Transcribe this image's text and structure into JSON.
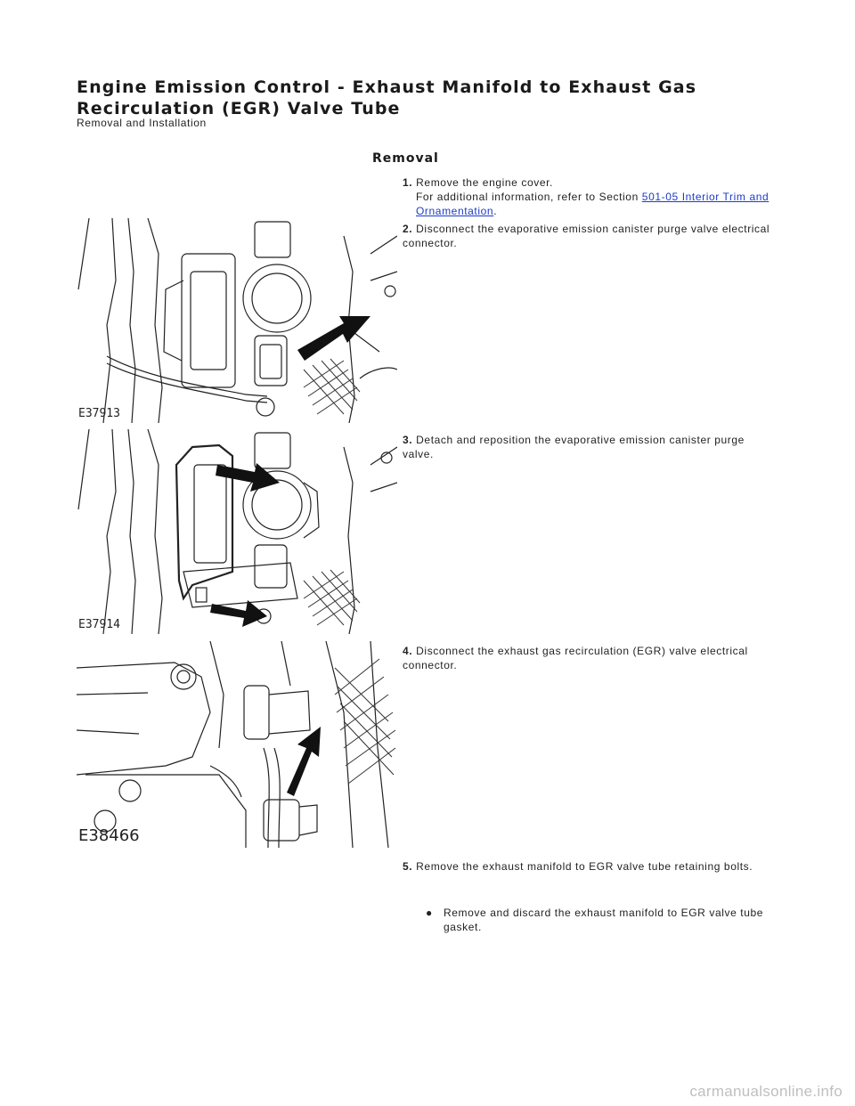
{
  "header": {
    "title": "Engine Emission Control - Exhaust Manifold to Exhaust Gas Recirculation (EGR) Valve Tube",
    "subtitle": "Removal and Installation"
  },
  "section": {
    "heading": "Removal"
  },
  "steps": [
    {
      "num": "1.",
      "line1": "Remove the engine cover.",
      "line2_prefix": "For additional information, refer to Section",
      "link": "501-05 Interior Trim and Ornamentation",
      "line2_suffix": "."
    },
    {
      "num": "2.",
      "text": "Disconnect the evaporative emission canister purge valve electrical connector."
    },
    {
      "num": "3.",
      "text": "Detach and reposition the evaporative emission canister purge valve."
    },
    {
      "num": "4.",
      "text": "Disconnect the exhaust gas recirculation (EGR) valve electrical connector."
    },
    {
      "num": "5.",
      "text": "Remove the exhaust manifold to EGR valve tube retaining bolts."
    }
  ],
  "bullets": [
    {
      "symbol": "●",
      "text": "Remove and discard the exhaust manifold to EGR valve tube gasket."
    }
  ],
  "figures": [
    {
      "label": "E37913"
    },
    {
      "label": "E37914"
    },
    {
      "label": "E38466"
    }
  ],
  "footer": {
    "watermark": "carmanualsonline.info"
  }
}
